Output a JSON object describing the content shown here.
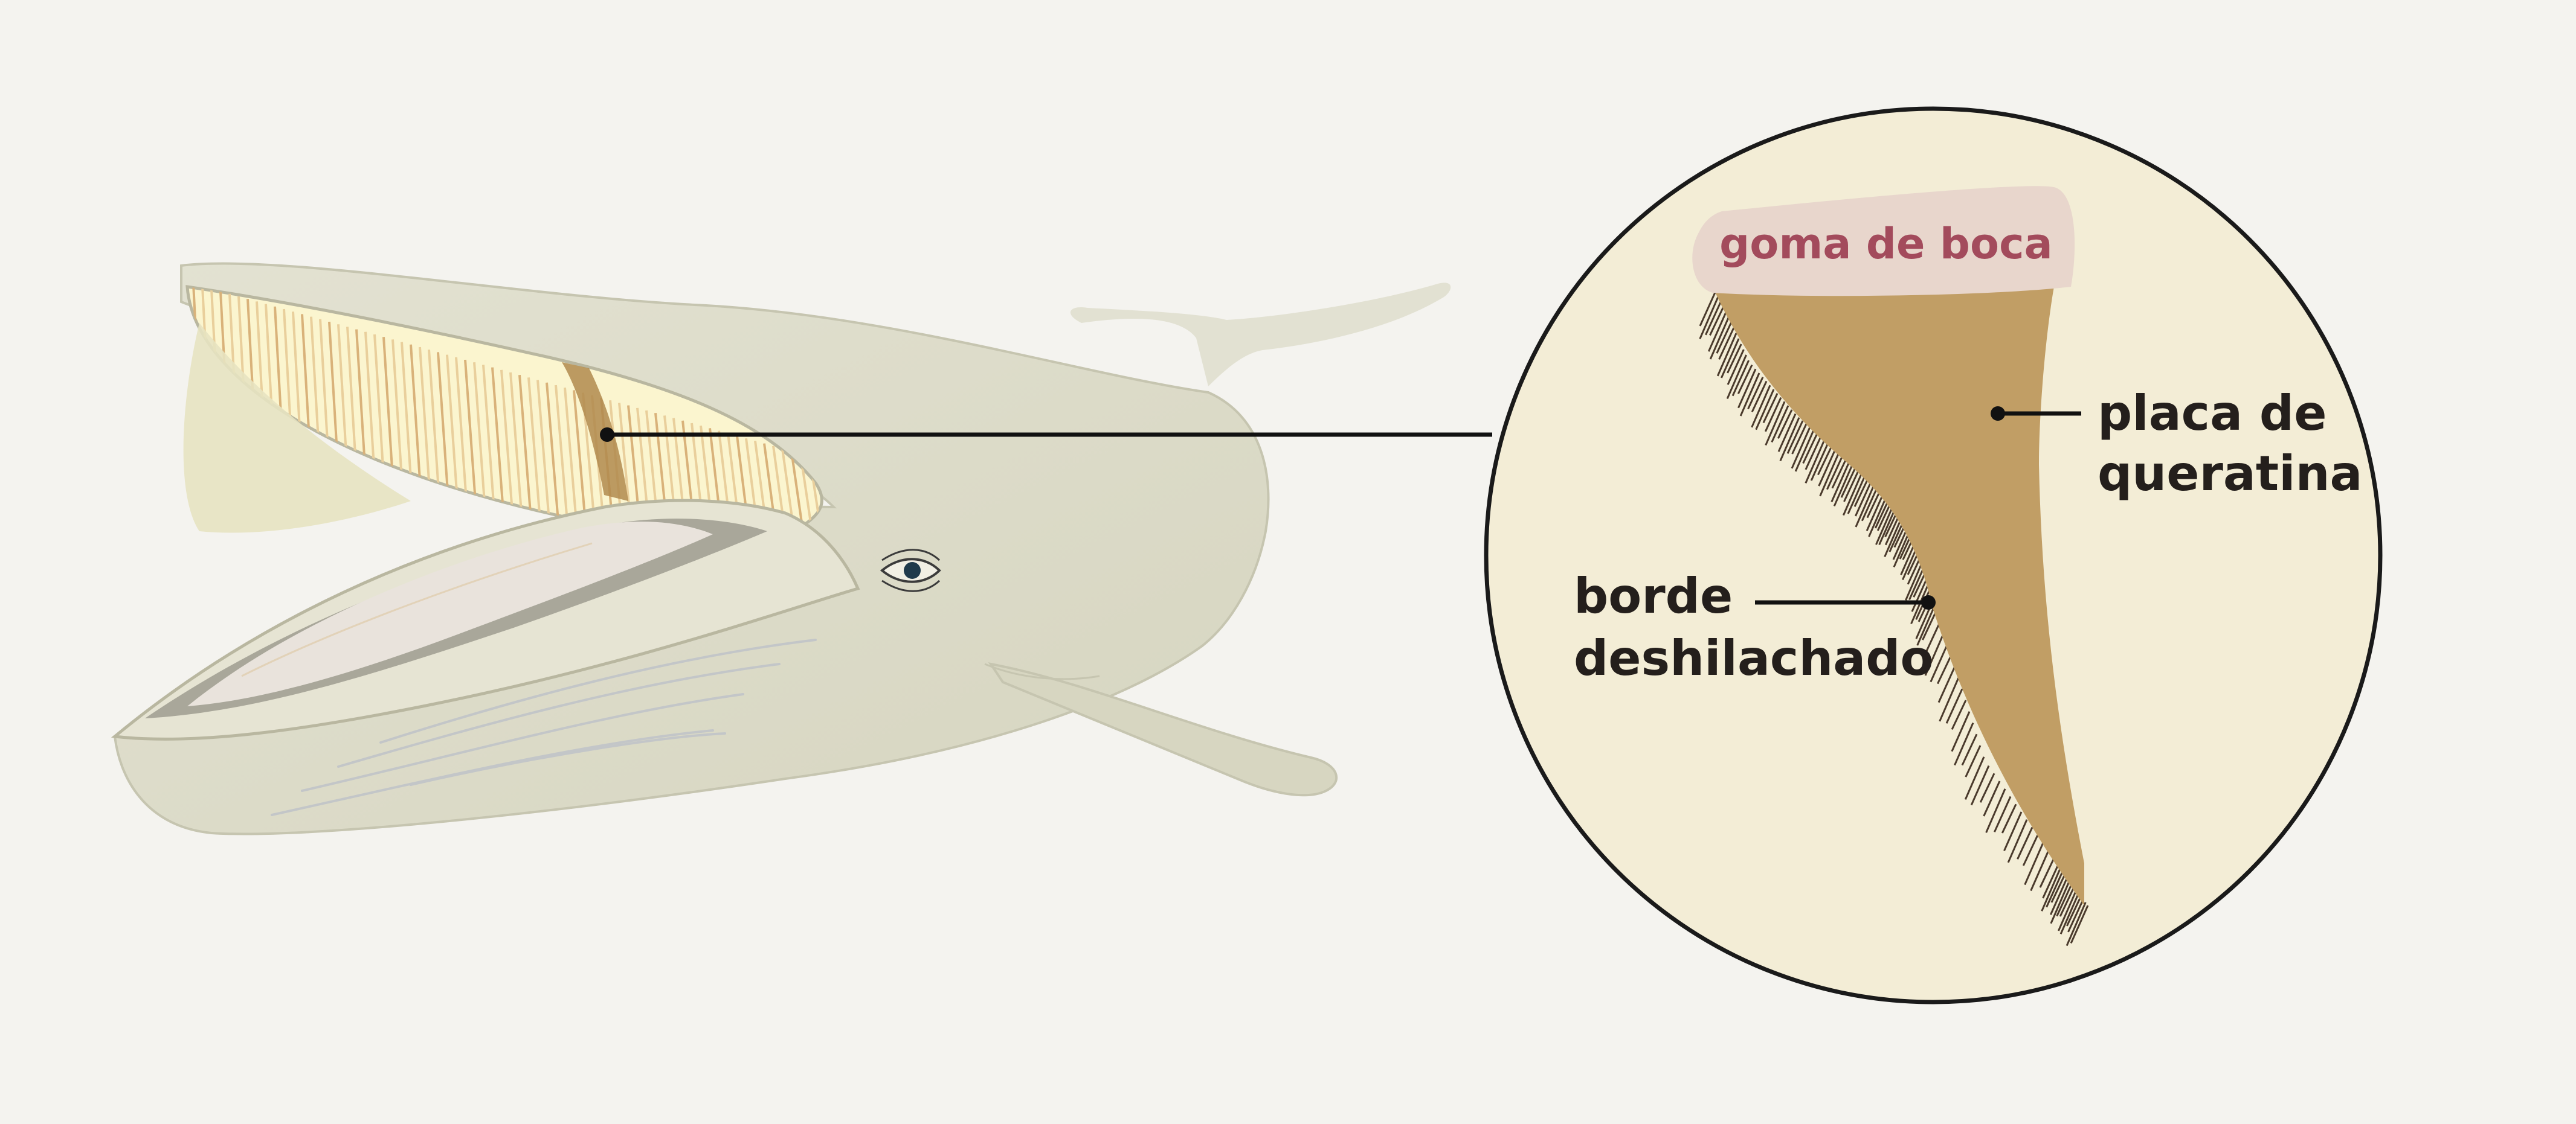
{
  "labels": {
    "gum": "goma de boca",
    "plate_line1": "placa de",
    "plate_line2": "queratina",
    "edge_line1": "borde",
    "edge_line2": "deshilachado"
  },
  "colors": {
    "background": "#f4f3ef",
    "whale_body": "#dcdbc8",
    "whale_outline": "#c6c5b0",
    "mouth_lining": "#e7e3c1",
    "baleen_region": "#fbf5cf",
    "baleen_stripe": "#d9b27a",
    "tongue": "#e9e3dc",
    "zoom_circle_fill": "#f3edd6",
    "gum": "#e8d6cc",
    "gum_text": "#a34b5c",
    "keratin_plate": "#c19e65",
    "fringe": "#4a3a2c",
    "label_text": "#241f1c",
    "leader_line": "#111111"
  }
}
